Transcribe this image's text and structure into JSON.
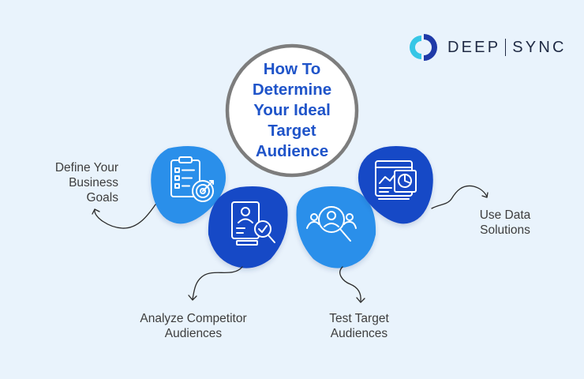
{
  "title": {
    "lines": [
      "How To",
      "Determine",
      "Your Ideal",
      "Target",
      "Audience"
    ]
  },
  "brand": {
    "word1": "DEEP",
    "word2": "SYNC",
    "logo_icon": "deep-sync-logo-icon"
  },
  "steps": [
    {
      "id": "define-business-goals",
      "lines": [
        "Define Your",
        "Business",
        "Goals"
      ],
      "icon": "checklist-target-icon",
      "color": "#2b8fea"
    },
    {
      "id": "analyze-competitor-audiences",
      "lines": [
        "Analyze Competitor",
        "Audiences"
      ],
      "icon": "document-magnifier-check-icon",
      "color": "#1849c6"
    },
    {
      "id": "test-target-audiences",
      "lines": [
        "Test Target",
        "Audiences"
      ],
      "icon": "people-search-icon",
      "color": "#2b8fea"
    },
    {
      "id": "use-data-solutions",
      "lines": [
        "Use Data",
        "Solutions"
      ],
      "icon": "dashboard-chart-icon",
      "color": "#1849c6"
    }
  ],
  "colors": {
    "background": "#e9f3fc",
    "title_text": "#1f54c9",
    "circle_border": "#7d7d7d",
    "light_blue": "#2b8fea",
    "dark_blue": "#1849c6",
    "logo_cyan": "#36c6e6",
    "logo_navy": "#1f3aa8"
  }
}
